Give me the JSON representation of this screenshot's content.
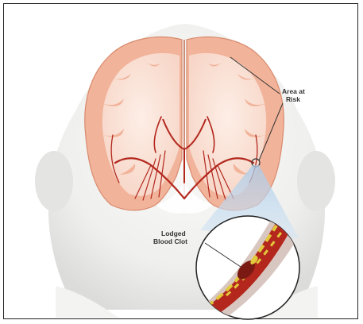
{
  "labels": {
    "area_at_risk_line1": "Area at",
    "area_at_risk_line2": "Risk",
    "clot_line1": "Lodged",
    "clot_line2": "Blood Clot"
  },
  "colors": {
    "skin": "#eeeeec",
    "cortex": "#f1b39a",
    "white_matter": "#fbe7de",
    "vessel": "#b3271d",
    "clot": "#e3c93c",
    "zoom_cone": "#b7d4ee"
  }
}
